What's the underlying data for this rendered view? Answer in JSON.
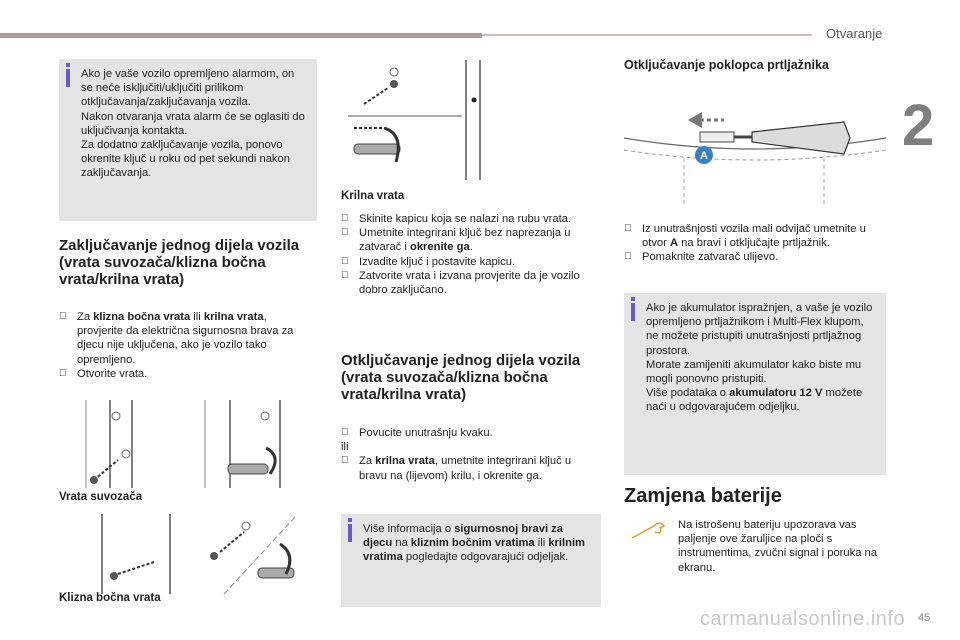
{
  "header": {
    "section_title": "Otvaranje",
    "chapter_number": "2",
    "page_number": "45"
  },
  "watermark": "carmanualsonline.info",
  "col1": {
    "alarm_note": "Ako je vaše vozilo opremljeno alarmom, on se neće isključiti/uključiti prilikom otključavanja/zaključavanja vozila.\nNakon otvaranja vrata alarm će se oglasiti do uključivanja kontakta.\nZa dodatno zaključavanje vozila, ponovo okrenite ključ u roku od pet sekundi nakon zaključavanja.",
    "heading": "Zaključavanje jednog dijela vozila (vrata suvozača/klizna bočna vrata/krilna vrata)",
    "b1_pre": "Za ",
    "b1_bold1": "klizna bočna vrata",
    "b1_mid": " ili ",
    "b1_bold2": "krilna vrata",
    "b1_post": ", provjerite da električna sigurnosna brava za djecu nije uključena, ako je vozilo tako opremljeno.",
    "b2": "Otvorite vrata.",
    "caption_passenger": "Vrata suvozača",
    "caption_sliding": "Klizna bočna vrata"
  },
  "col2": {
    "caption_wing": "Krilna vrata",
    "w1": "Skinite kapicu koja se nalazi na rubu vrata.",
    "w2_pre": "Umetnite integrirani ključ bez naprezanja u zatvarač i ",
    "w2_bold": "okrenite ga",
    "w2_post": ".",
    "w3": "Izvadite ključ i postavite kapicu.",
    "w4": "Zatvorite vrata i izvana provjerite da je vozilo dobro zaključano.",
    "heading": "Otključavanje jednog dijela vozila (vrata suvozača/klizna bočna vrata/krilna vrata)",
    "u1": "Povucite unutrašnju kvaku.",
    "or": "ili",
    "u2_pre": "Za ",
    "u2_bold": "krilna vrata",
    "u2_post": ", umetnite integrirani ključ u bravu na (lijevom) krilu, i okrenite ga.",
    "note_pre": "Više informacija o ",
    "note_bold1": "sigurnosnoj bravi za djecu",
    "note_mid1": " na ",
    "note_bold2": "kliznim bočnim vratima",
    "note_mid2": " ili ",
    "note_bold3": "krilnim vratima",
    "note_post": " pogledajte odgovarajući odjeljak."
  },
  "col3": {
    "heading": "Otključavanje poklopca prtljažnika",
    "label_a": "A",
    "t1_pre": "Iz unutrašnjosti vozila mali odvijač umetnite u otvor ",
    "t1_bold": "A",
    "t1_post": " na bravi i otključajte prtljažnik.",
    "t2": "Pomaknite zatvarač ulijevo.",
    "battery_note_pre": "Ako je akumulator ispražnjen, a vaše je vozilo opremljeno prtljažnikom i Multi-Flex klupom, ne možete pristupiti unutrašnjosti prtljažnog prostora.\nMorate zamijeniti akumulator kako biste mu mogli ponovno pristupiti.\nViše podataka o ",
    "battery_note_bold": "akumulatoru 12 V",
    "battery_note_post": " možete naći u odgovarajućem odjeljku.",
    "battery_heading": "Zamjena baterije",
    "battery_tip": "Na istrošenu bateriju upozorava vas paljenje ove žaruljice na ploči s instrumentima, zvučni signal i poruka na ekranu."
  },
  "colors": {
    "accent": "#6c59c9",
    "box": "#e4e4e4",
    "bar": "#b59a9a",
    "label_blue": "#3a7fc1"
  }
}
